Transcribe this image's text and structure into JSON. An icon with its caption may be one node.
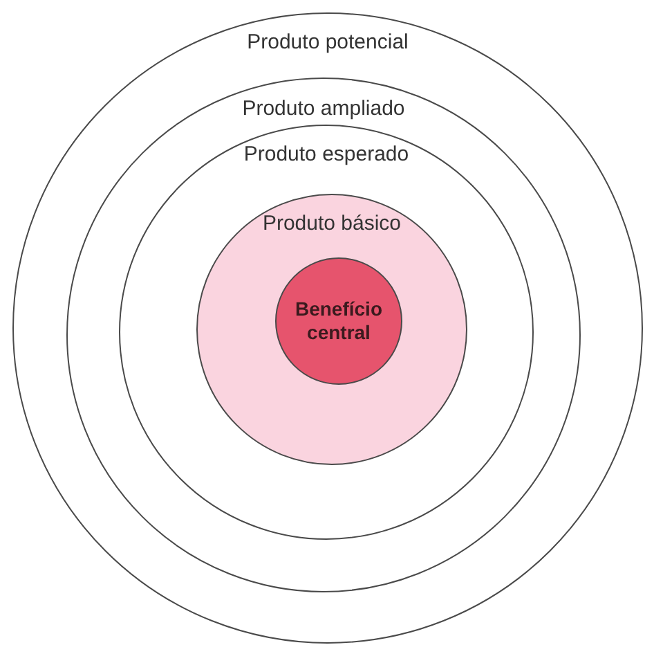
{
  "diagram": {
    "nodes": [
      {
        "text": [
          "Produto potencial"
        ]
      },
      {
        "text": [
          "Produto ampliado"
        ],
        "in": 0
      },
      {
        "text": [
          "Produto esperado"
        ],
        "in": 1
      },
      {
        "text": [
          "Produto básico"
        ],
        "in": 2
      },
      {
        "text": [
          "Benefício central"
        ],
        "in": 3
      }
    ]
  }
}
